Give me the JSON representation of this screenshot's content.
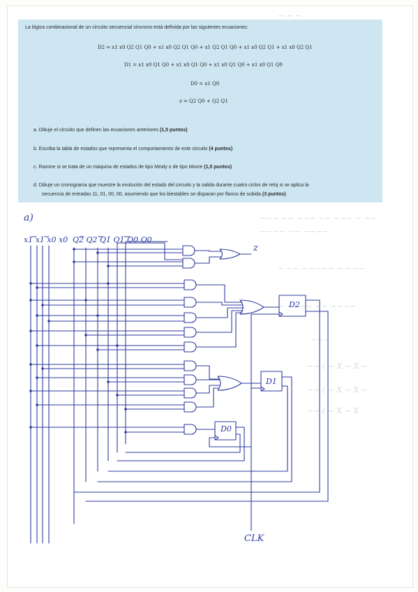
{
  "problem": {
    "statement": "La lógica combinacional de un circuito secuencial síncrono está definida por las siguientes ecuaciones:",
    "eq_d2": "D2 = x1 x0 Q2 Q1 Q0 + x1 x0 Q2 Q1 Q0 + x1 Q2 Q1 Q0 + x1 x0 Q2 Q1 + x1 x0 Q2 Q1",
    "eq_d1": "D1 = x1 x0 Q1 Q0 + x1 x0 Q1 Q0 + x1 x0 Q1 Q0 + x1 x0 Q1 Q0",
    "eq_d0": "D0 = x1 Q0",
    "eq_z": "z = Q2 Q0 + Q2 Q1",
    "questions": [
      {
        "text": "a. Dibuje el circuito que definen las ecuaciones anteriores",
        "points": "(1,5 puntos)"
      },
      {
        "text": "b. Escriba la tabla de estados que representa el comportamiento de este circuito",
        "points": "(4 puntos)"
      },
      {
        "text": "c. Razone si se trata de un máquina de estados de tipo Mealy o de tipo Moore",
        "points": "(1,5 puntos)"
      },
      {
        "text": "d. Dibuje un cronograma que muestre la evolución del estado del circuito y la salida durante cuatro ciclos de reloj si se aplica la",
        "points": ""
      },
      {
        "text": "secuencia de entradas 11, 01, 00, 00, asumiendo que los biestables se disparan por flanco de subida",
        "points": "(3 puntos)"
      }
    ]
  },
  "handwritten": {
    "part_label": "a)",
    "inputs_label": "x1 x1 x0 x0",
    "state_label": "Q2 Q2 Q1 Q1 Q0 Q0",
    "output_label": "z",
    "ff_d2": "D2",
    "ff_d1": "D1",
    "ff_d0": "D0",
    "clock_label": "CLK"
  }
}
